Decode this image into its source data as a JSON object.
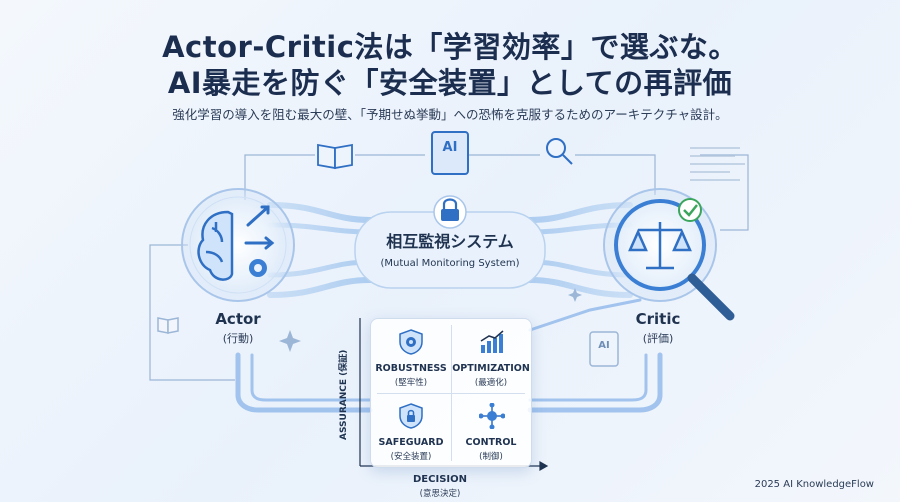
{
  "header": {
    "title_line1": "Actor-Critic法は「学習効率」で選ぶな。",
    "title_line2": "AI暴走を防ぐ「安全装置」としての再評価",
    "subtitle": "強化学習の導入を阻む最大の壁、「予期せぬ挙動」への恐怖を克服するためのアーキテクチャ設計。"
  },
  "center": {
    "title": "相互監視システム",
    "subtitle": "(Mutual Monitoring System)"
  },
  "actor": {
    "label": "Actor",
    "sub": "(行動)"
  },
  "critic": {
    "label": "Critic",
    "sub": "(評価)"
  },
  "panel": {
    "q1": {
      "name": "ROBUSTNESS",
      "jp": "(堅牢性)"
    },
    "q2": {
      "name": "OPTIMIZATION",
      "jp": "(最適化)"
    },
    "q3": {
      "name": "SAFEGUARD",
      "jp": "(安全装置)"
    },
    "q4": {
      "name": "CONTROL",
      "jp": "(制御)"
    },
    "y_axis": "ASSURANCE (保証)",
    "x_axis": "DECISION",
    "x_axis_jp": "(意思決定)"
  },
  "book_badge": "AI",
  "critic_book_badge": "AI",
  "footer": "2025 AI KnowledgeFlow",
  "colors": {
    "accent": "#3b7fd4",
    "flow": "#8fb8ea",
    "check": "#3ba55d",
    "title": "#1c2e4f"
  }
}
